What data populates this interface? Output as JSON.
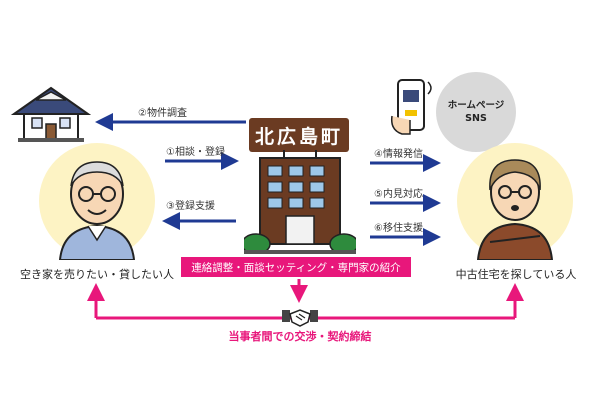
{
  "nodes": {
    "town": "北広島町",
    "left_caption": "空き家を売りたい・貸したい人",
    "right_caption": "中古住宅を探している人",
    "bubble_line1": "ホームページ",
    "bubble_line2": "SNS"
  },
  "steps": {
    "s1": "①相談・登録",
    "s2": "②物件調査",
    "s3": "③登録支援",
    "s4": "④情報発信",
    "s5": "⑤内見対応",
    "s6": "⑥移住支援"
  },
  "band_text": "連絡調整・面談セッティング・専門家の紹介",
  "bottom_caption": "当事者間での交渉・契約締結",
  "colors": {
    "arrow_blue": "#1f3a93",
    "pink": "#e8177b",
    "building_brown": "#6b3b22",
    "circle_yellow": "#fdf3c4"
  }
}
